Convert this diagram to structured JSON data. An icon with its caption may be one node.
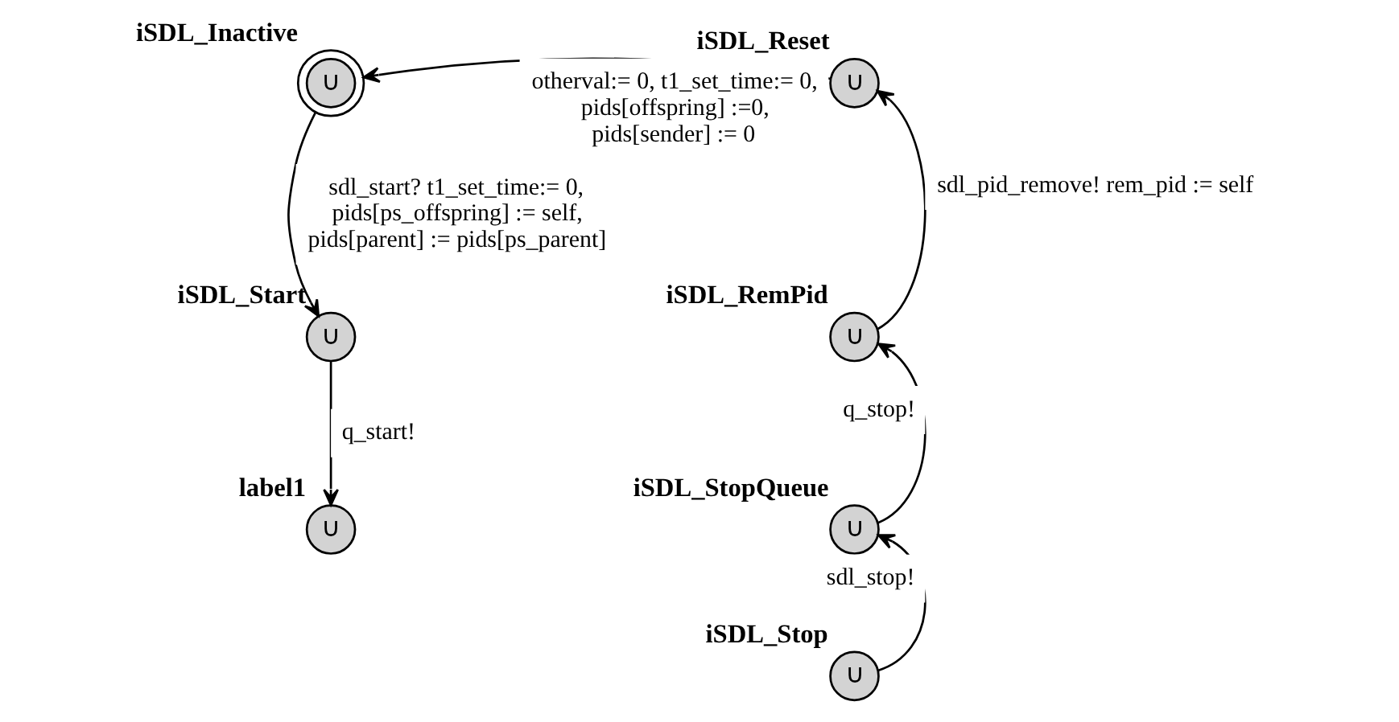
{
  "diagram": {
    "nodes": [
      {
        "text": [
          "∪"
        ],
        "beside": [
          "iSDL_Inactive"
        ]
      },
      {
        "text": [
          "∪"
        ],
        "beside": [
          "iSDL_Reset"
        ]
      },
      {
        "text": [
          "∪"
        ],
        "beside": [
          "iSDL_Start"
        ]
      },
      {
        "text": [
          "∪"
        ],
        "beside": [
          "iSDL_RemPid"
        ]
      },
      {
        "text": [
          "∪"
        ],
        "beside": [
          "iSDL_StopQueue"
        ]
      },
      {
        "text": [
          "∪"
        ],
        "beside": [
          "label1"
        ]
      },
      {
        "text": [
          "∪"
        ],
        "beside": [
          "iSDL_Stop"
        ]
      }
    ],
    "edges": [
      {
        "from": 1,
        "to": 0,
        "arrow": "to",
        "label": "otherval:= 0, t1_set_time:= 0, pids[offspring] :=0, pids[sender] := 0"
      },
      {
        "from": 0,
        "to": 2,
        "arrow": "to",
        "label": "sdl_start? t1_set_time:= 0, pids[ps_offspring] := self, pids[parent] := pids[ps_parent]"
      },
      {
        "from": 2,
        "to": 5,
        "arrow": "to",
        "label": "q_start!"
      },
      {
        "from": 6,
        "to": 4,
        "arrow": "to",
        "label": "sdl_stop!"
      },
      {
        "from": 4,
        "to": 3,
        "arrow": "to",
        "label": "q_stop!"
      },
      {
        "from": 3,
        "to": 1,
        "arrow": "to",
        "label": "sdl_pid_remove! rem_pid := self"
      }
    ]
  }
}
